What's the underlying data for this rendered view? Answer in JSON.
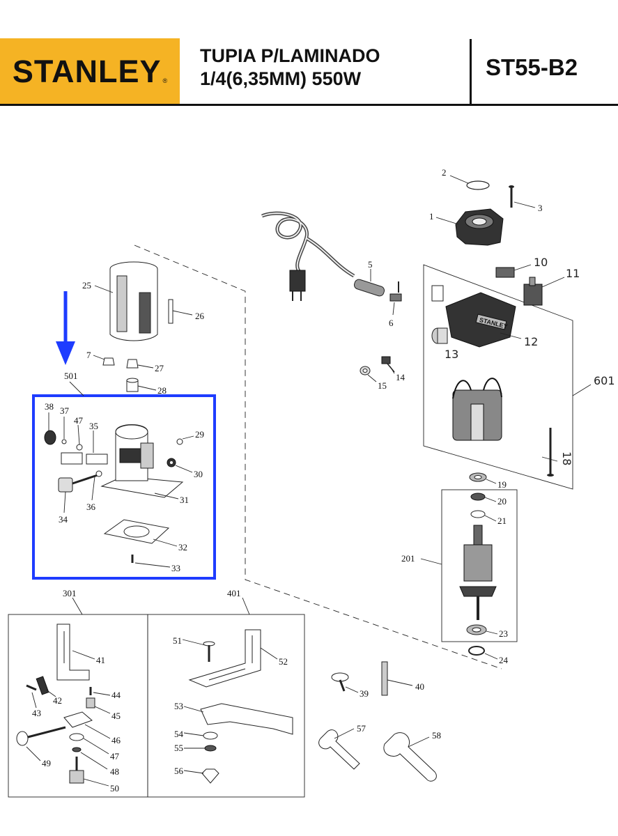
{
  "header": {
    "brand": "STANLEY",
    "brand_mark": "®",
    "title_line1": "TUPIA P/LAMINADO",
    "title_line2": "1/4(6,35MM) 550W",
    "model": "ST55-B2"
  },
  "colors": {
    "brand_yellow": "#f5b324",
    "highlight_blue": "#1e3cff",
    "line": "#222222"
  },
  "icons": {
    "arrow": "down-arrow-icon"
  },
  "labels": {
    "p1": "1",
    "p2": "2",
    "p3": "3",
    "p5": "5",
    "p6": "6",
    "p7": "7",
    "p10": "10",
    "p11": "11",
    "p12": "12",
    "p13": "13",
    "p14": "14",
    "p15": "15",
    "p18": "18",
    "p19": "19",
    "p20": "20",
    "p21": "21",
    "p23": "23",
    "p24": "24",
    "p25": "25",
    "p26": "26",
    "p27": "27",
    "p28": "28",
    "p29": "29",
    "p30": "30",
    "p31": "31",
    "p32": "32",
    "p33": "33",
    "p34": "34",
    "p35": "35",
    "p36": "36",
    "p37": "37",
    "p38": "38",
    "p39": "39",
    "p40": "40",
    "p41": "41",
    "p42": "42",
    "p43": "43",
    "p44": "44",
    "p45": "45",
    "p46": "46",
    "p47": "47",
    "p47b": "47",
    "p48": "48",
    "p49": "49",
    "p50": "50",
    "p51": "51",
    "p52": "52",
    "p53": "53",
    "p54": "54",
    "p55": "55",
    "p56": "56",
    "p57": "57",
    "p58": "58",
    "p201": "201",
    "p301": "301",
    "p401": "401",
    "p501": "501",
    "p601": "601"
  },
  "motor_housing_text": "STANLEY"
}
